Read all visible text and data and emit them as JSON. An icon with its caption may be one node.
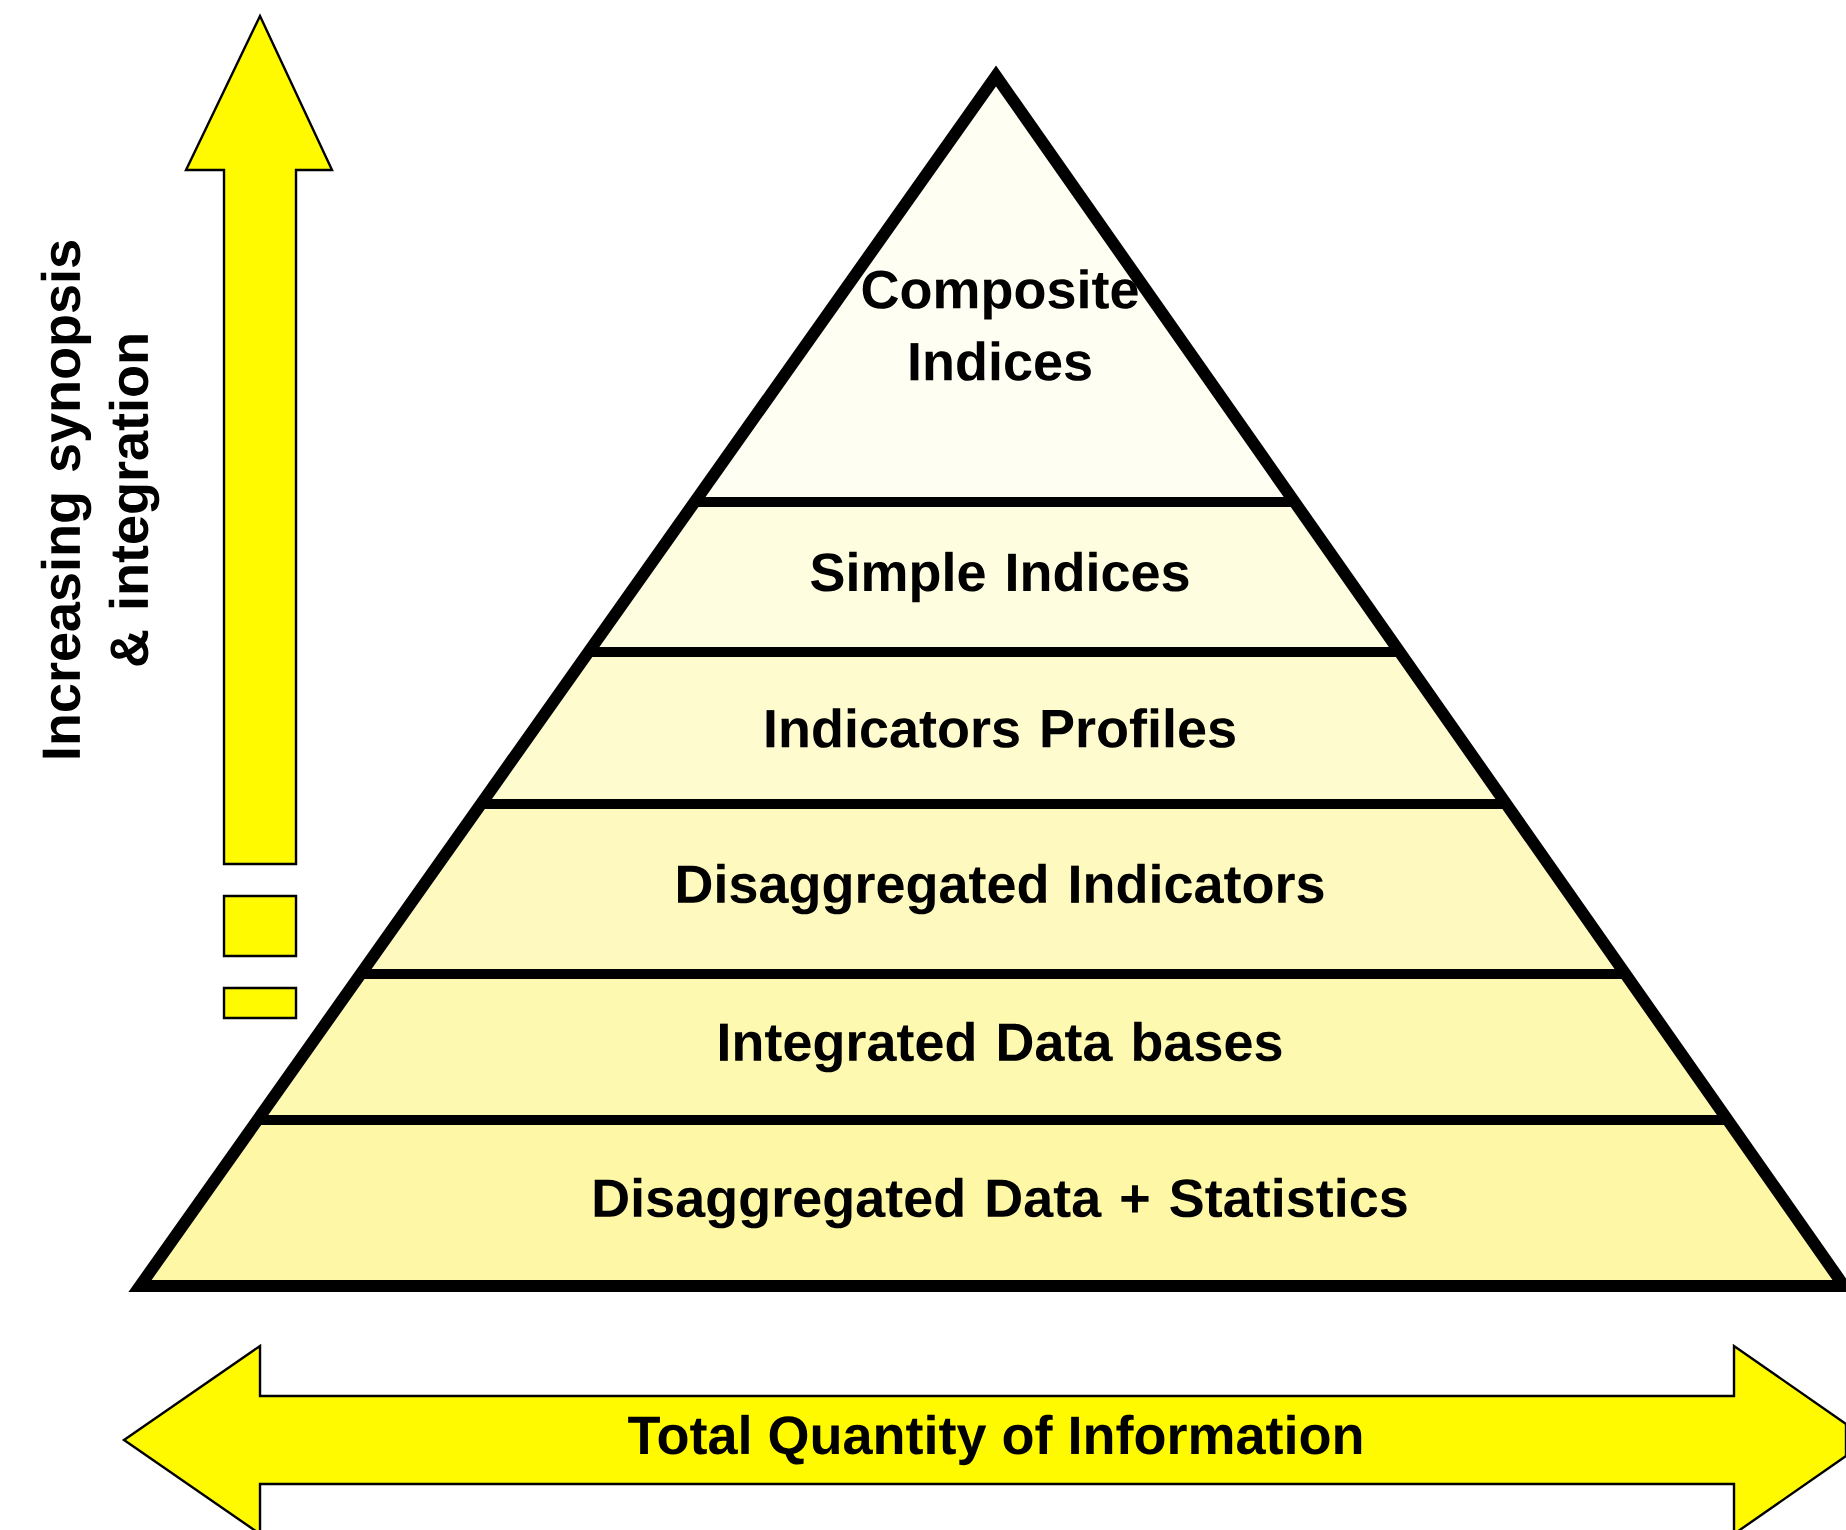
{
  "diagram": {
    "nodes": [
      {
        "text": [
          "Composite Indices"
        ]
      },
      {
        "text": [
          "Simple Indices"
        ]
      },
      {
        "text": [
          "Indicators Profiles"
        ]
      },
      {
        "text": [
          "Disaggregated Indicators"
        ]
      },
      {
        "text": [
          "Integrated Data bases"
        ]
      },
      {
        "text": [
          "Disaggregated Data + Statistics"
        ]
      }
    ],
    "labels": [
      "Increasing synopsis & integration",
      "Total Quantity of Information"
    ]
  }
}
